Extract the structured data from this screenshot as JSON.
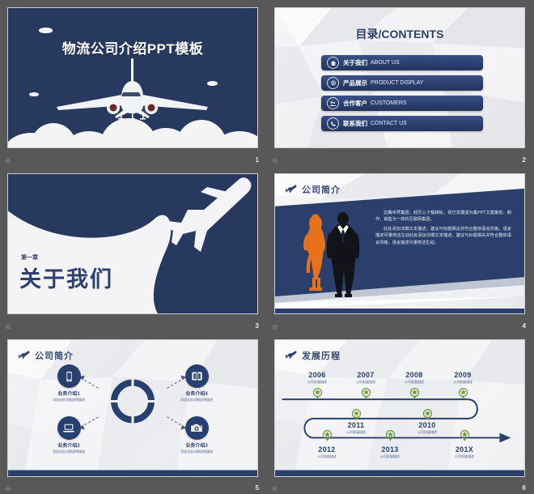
{
  "deck": {
    "background_color": "#585858",
    "accent_navy": "#27395e",
    "accent_light": "#eceef1",
    "corner_icon": "star-glyph"
  },
  "slides": [
    {
      "number": "1",
      "name": "cover",
      "title": "物流公司介绍PPT模板",
      "decor": [
        "cloud",
        "airplane-front",
        "cloud-band"
      ]
    },
    {
      "number": "2",
      "name": "table-of-contents",
      "title": "目录/CONTENTS",
      "items": [
        {
          "icon": "home-icon",
          "cn": "关于我们",
          "en": "ABOUT US"
        },
        {
          "icon": "globe-icon",
          "cn": "产品展示",
          "en": "PRODUCT DISPLAY"
        },
        {
          "icon": "people-icon",
          "cn": "合作客户",
          "en": "CUSTOMERS"
        },
        {
          "icon": "phone-icon",
          "cn": "联系我们",
          "en": "CONTACT US"
        }
      ]
    },
    {
      "number": "3",
      "name": "section-divider",
      "chapter": "第一章",
      "title": "关于我们"
    },
    {
      "number": "4",
      "name": "company-profile",
      "header": "公司简介",
      "paragraphs": [
        "迅鹰世界集团，经历三十载耕耘，现已发展成为集PPT文案策划、制作、销售为一体的互联网集团。",
        "此处添加详细文本描述，建议与标题相关并符合整体语言风格，语言描述尽量简洁生动此处添加详细文本描述，建议与标题相关并符合整体语言风格，语言描述尽量简洁生动。"
      ],
      "figures": [
        "woman-silhouette-orange",
        "man-silhouette-black"
      ]
    },
    {
      "number": "5",
      "name": "business-overview",
      "header": "公司简介",
      "nodes": [
        {
          "icon": "smartphone-icon",
          "label": "业务介绍1",
          "sub": "添加业务详细说明描述"
        },
        {
          "icon": "book-icon",
          "label": "业务介绍4",
          "sub": "添加业务详细说明描述"
        },
        {
          "icon": "laptop-icon",
          "label": "业务介绍2",
          "sub": "添加业务详细说明描述"
        },
        {
          "icon": "camera-icon",
          "label": "业务介绍3",
          "sub": "添加业务详细说明描述"
        }
      ]
    },
    {
      "number": "6",
      "name": "milestones",
      "header": "发展历程",
      "milestones": [
        {
          "year": "2006",
          "desc": "公司发展描述"
        },
        {
          "year": "2007",
          "desc": "公司发展描述"
        },
        {
          "year": "2008",
          "desc": "公司发展描述"
        },
        {
          "year": "2009",
          "desc": "公司发展描述"
        },
        {
          "year": "2011",
          "desc": "公司发展描述"
        },
        {
          "year": "2010",
          "desc": "公司发展描述"
        },
        {
          "year": "2012",
          "desc": "公司发展描述"
        },
        {
          "year": "2013",
          "desc": "公司发展描述"
        },
        {
          "year": "201X",
          "desc": "公司发展描述"
        }
      ]
    }
  ]
}
